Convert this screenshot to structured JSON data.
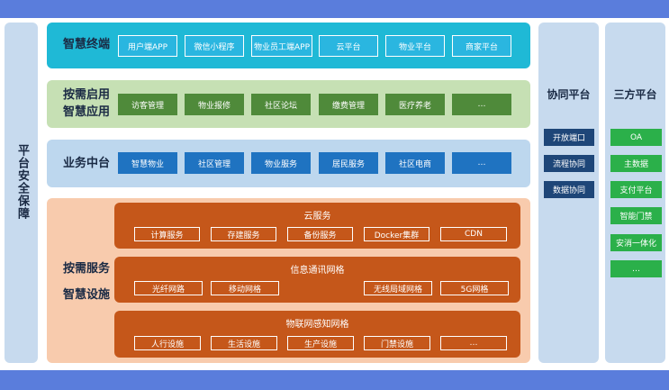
{
  "left_column": {
    "label": "平台安全保障"
  },
  "rows": {
    "terminal": {
      "label": "智慧终端",
      "items": [
        "用户端APP",
        "微信小程序",
        "物业员工端APP",
        "云平台",
        "物业平台",
        "商家平台"
      ]
    },
    "apps": {
      "label_line1": "按需启用",
      "label_line2": "智慧应用",
      "items": [
        "访客管理",
        "物业报修",
        "社区论坛",
        "缴费管理",
        "医疗养老",
        "…"
      ]
    },
    "middle": {
      "label": "业务中台",
      "items": [
        "智慧物业",
        "社区管理",
        "物业服务",
        "居民服务",
        "社区电商",
        "…"
      ]
    },
    "infra": {
      "label_line1": "按需服务",
      "label_line2": "智慧设施",
      "cloud": {
        "title": "云服务",
        "items": [
          "计算服务",
          "存建服务",
          "备份服务",
          "Docker集群",
          "CDN"
        ]
      },
      "network": {
        "title": "信息通讯网格",
        "items": [
          "光纤网路",
          "移动网格",
          "无线局域网格",
          "5G网格"
        ]
      },
      "iot": {
        "title": "物联网感知网格",
        "items": [
          "人行设施",
          "生活设施",
          "生产设施",
          "门禁设施",
          "…"
        ]
      }
    }
  },
  "collab": {
    "title": "协同平台",
    "items": [
      "开放端口",
      "流程协同",
      "数据协同"
    ]
  },
  "third_party": {
    "title": "三方平台",
    "items": [
      "OA",
      "主数据",
      "支付平台",
      "智能门禁",
      "安消一体化",
      "…"
    ]
  },
  "colors": {
    "bar": "#5a7ddc",
    "side_panel": "#c7daee",
    "terminal_panel": "#1fb9d6",
    "apps_panel": "#c6e0b4",
    "middle_panel": "#bdd7ee",
    "infra_panel": "#f8cbad",
    "orange": "#c5571a"
  }
}
